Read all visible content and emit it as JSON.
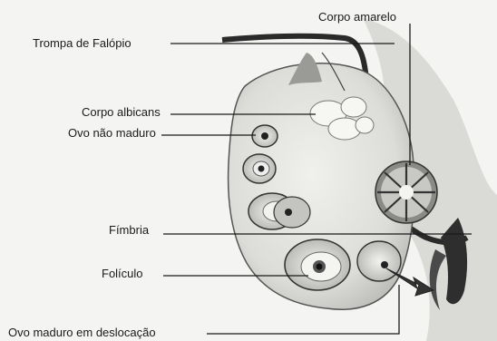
{
  "diagram": {
    "labels": {
      "corpo_amarelo": "Corpo amarelo",
      "trompa_falopio": "Trompa de Falópio",
      "corpo_albicans": "Corpo albicans",
      "ovo_nao_maduro": "Ovo não maduro",
      "fimbria": "Fímbria",
      "foliculo": "Folículo",
      "ovo_maduro_deslocacao": "Ovo maduro em deslocação"
    },
    "colors": {
      "ink": "#1a1a1a",
      "paper": "#f4f4f2",
      "tissue": "#d9d9d5",
      "dark_tissue": "#3a3a3a"
    }
  }
}
